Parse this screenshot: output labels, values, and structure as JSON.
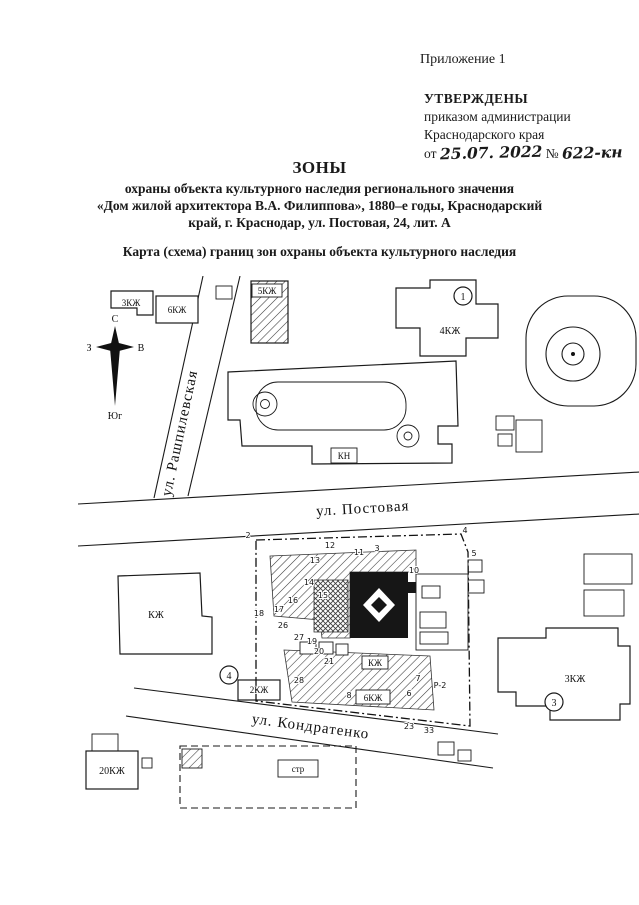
{
  "page": {
    "appendix_label": "Приложение 1",
    "approval": {
      "approved": "УТВЕРЖДЕНЫ",
      "by_line1": "приказом администрации",
      "by_line2": "Краснодарского края",
      "from_prefix": "от",
      "date_handwritten": "25.07. 2022",
      "number_sign": "№",
      "number_handwritten": "622-кн"
    },
    "title": "ЗОНЫ",
    "subtitle_line1": "охраны объекта культурного наследия регионального значения",
    "subtitle_line2": "«Дом жилой архитектора В.А. Филиппова», 1880–е годы, Краснодарский",
    "subtitle_line3": "край, г. Краснодар, ул. Постовая, 24, лит. А",
    "map_caption": "Карта (схема) границ зон охраны объекта культурного наследия"
  },
  "map": {
    "streets": {
      "rashpilevskaya": "ул. Рашпилевская",
      "postovaya": "ул. Постовая",
      "kondratenko": "ул. Кондратенко"
    },
    "compass": {
      "north": "С",
      "west": "З",
      "east": "В",
      "south": "Юг"
    },
    "buildings": {
      "kzh3_topleft": "3КЖ",
      "kzh6_topleft": "6КЖ",
      "kzh5": "5КЖ",
      "kzh4": "4КЖ",
      "kn_box": "КН",
      "kzh_left": "КЖ",
      "kzh2": "2КЖ",
      "kzh20": "20КЖ",
      "str_box": "стр",
      "kzh3_bottomright": "3КЖ",
      "kzh6_zone": "6КЖ",
      "kzh_zone_box": "КЖ",
      "r2_label": "Р-2"
    },
    "badges": {
      "b1": "1",
      "b3": "3",
      "b4": "4"
    },
    "points": [
      "2",
      "12",
      "13",
      "11",
      "3",
      "10",
      "4",
      "5",
      "14",
      "15",
      "16",
      "17",
      "18",
      "26",
      "27",
      "19",
      "20",
      "21",
      "28",
      "7",
      "6",
      "8",
      "23",
      "33"
    ]
  },
  "colors": {
    "ink": "#1a1a1a",
    "paper": "#ffffff"
  }
}
